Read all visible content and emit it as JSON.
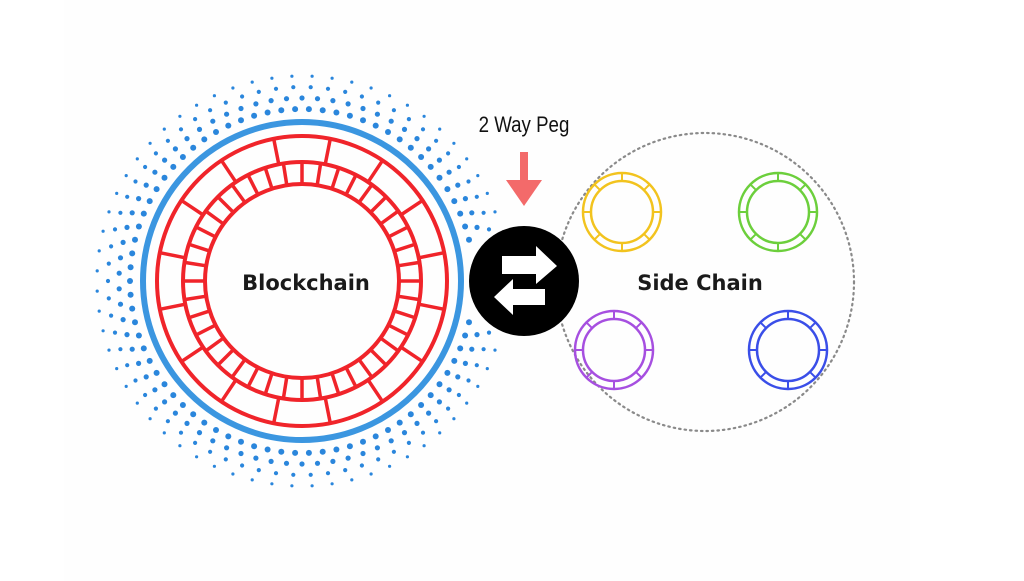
{
  "diagram": {
    "peg_label": "2 Way Peg",
    "main_chain_label": "Blockchain",
    "side_chain_label": "Side Chain",
    "icons": {
      "peg_arrow": "arrow-down-icon",
      "exchange": "exchange-arrows-icon"
    },
    "colors": {
      "blockchain_ring": "#f0242a",
      "outer_ring": "#3b96e0",
      "dots": "#2a86dc",
      "peg_arrow": "#f36a6a",
      "exchange_bg": "#000000",
      "side_chain_border": "#8a8a8a"
    },
    "side_chains": [
      {
        "name": "yellow-chain",
        "color": "#f2c31e"
      },
      {
        "name": "green-chain",
        "color": "#6ccf3c"
      },
      {
        "name": "purple-chain",
        "color": "#a64fe0"
      },
      {
        "name": "blue-chain",
        "color": "#3a4ee8"
      }
    ]
  }
}
